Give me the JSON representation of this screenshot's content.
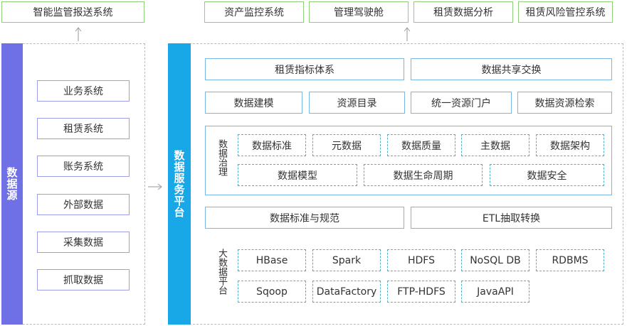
{
  "top": {
    "left": "智能监管报送系统",
    "right": [
      "资产监控系统",
      "管理驾驶舱",
      "租赁数据分析",
      "租赁风险管控系统"
    ]
  },
  "source": {
    "label": "数据源",
    "items": [
      "业务系统",
      "租赁系统",
      "账务系统",
      "外部数据",
      "采集数据",
      "抓取数据"
    ]
  },
  "platform": {
    "label": "数据服务平台",
    "row1": [
      "租赁指标体系",
      "数据共享交换"
    ],
    "row2": [
      "数据建模",
      "资源目录",
      "统一资源门户",
      "数据资源检索"
    ],
    "governance": {
      "label": "数据治理",
      "row1": [
        "数据标准",
        "元数据",
        "数据质量",
        "主数据",
        "数据架构"
      ],
      "row2": [
        "数据模型",
        "数据生命周期",
        "数据安全"
      ]
    },
    "row3": [
      "数据标准与规范",
      "ETL抽取转换"
    ],
    "bigdata": {
      "label": "大数据平台",
      "row1": [
        "HBase",
        "Spark",
        "HDFS",
        "NoSQL DB",
        "RDBMS"
      ],
      "row2": [
        "Sqoop",
        "DataFactory",
        "FTP-HDFS",
        "JavaAPI"
      ]
    }
  },
  "colors": {
    "green_border": "#8fcf7a",
    "blue_border": "#79b8e6",
    "purple_border": "#9b9fe8",
    "source_bar": "#6f6fe6",
    "platform_bar": "#18a8e8",
    "dash_border": "#4fb3c8"
  }
}
